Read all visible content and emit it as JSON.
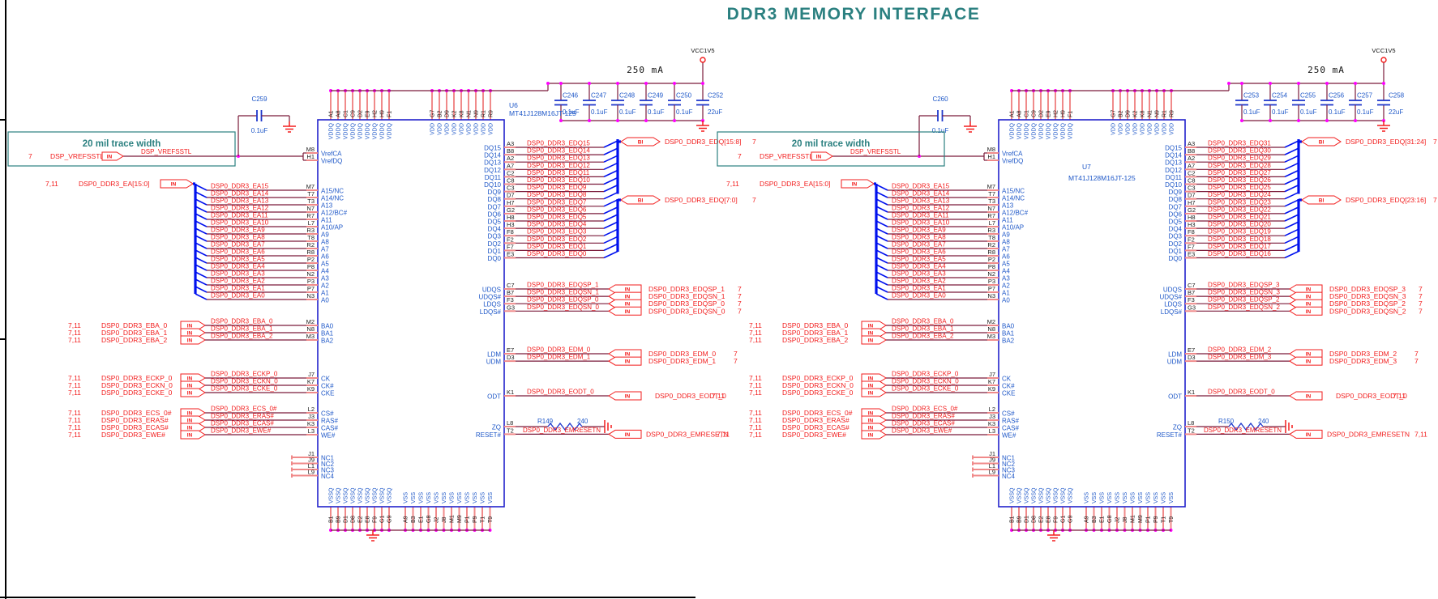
{
  "title": "DDR3 MEMORY INTERFACE",
  "notes": {
    "trace_width": "20 mil trace width",
    "current": "250 mA",
    "power_net": "VCC1V5"
  },
  "colors": {
    "title_teal": "#2b8080",
    "net_red": "#f21c1c",
    "wire_maroon": "#7a1a3a",
    "pin_salmon": "#f08a8a",
    "symbol_blue": "#2038cc",
    "text_blue": "#1f58c8",
    "bus_blue": "#0011ee",
    "junction_magenta": "#ff00ff"
  },
  "pinout": {
    "vref": [
      [
        "M8",
        "VrefCA"
      ],
      [
        "H1",
        "VrefDQ"
      ]
    ],
    "addr": [
      [
        "M7",
        "A15/NC"
      ],
      [
        "T7",
        "A14/NC"
      ],
      [
        "T3",
        "A13"
      ],
      [
        "N7",
        "A12/BC#"
      ],
      [
        "R7",
        "A11"
      ],
      [
        "L7",
        "A10/AP"
      ],
      [
        "R3",
        "A9"
      ],
      [
        "T8",
        "A8"
      ],
      [
        "R2",
        "A7"
      ],
      [
        "R8",
        "A6"
      ],
      [
        "P2",
        "A5"
      ],
      [
        "P8",
        "A4"
      ],
      [
        "N2",
        "A3"
      ],
      [
        "P3",
        "A2"
      ],
      [
        "P7",
        "A1"
      ],
      [
        "N3",
        "A0"
      ]
    ],
    "ba": [
      [
        "M2",
        "BA0"
      ],
      [
        "N8",
        "BA1"
      ],
      [
        "M3",
        "BA2"
      ]
    ],
    "ck": [
      [
        "J7",
        "CK"
      ],
      [
        "K7",
        "CK#"
      ],
      [
        "K9",
        "CKE"
      ]
    ],
    "ctl": [
      [
        "L2",
        "CS#"
      ],
      [
        "J3",
        "RAS#"
      ],
      [
        "K3",
        "CAS#"
      ],
      [
        "L3",
        "WE#"
      ]
    ],
    "nc": [
      [
        "J1",
        "NC1"
      ],
      [
        "J9",
        "NC2"
      ],
      [
        "L1",
        "NC3"
      ],
      [
        "L9",
        "NC4"
      ]
    ],
    "dq": [
      [
        "A3",
        "DQ15"
      ],
      [
        "B8",
        "DQ14"
      ],
      [
        "A2",
        "DQ13"
      ],
      [
        "A7",
        "DQ12"
      ],
      [
        "C2",
        "DQ11"
      ],
      [
        "C8",
        "DQ10"
      ],
      [
        "C3",
        "DQ9"
      ],
      [
        "D7",
        "DQ8"
      ],
      [
        "H7",
        "DQ7"
      ],
      [
        "G2",
        "DQ6"
      ],
      [
        "H8",
        "DQ5"
      ],
      [
        "H3",
        "DQ4"
      ],
      [
        "F8",
        "DQ3"
      ],
      [
        "F2",
        "DQ2"
      ],
      [
        "F7",
        "DQ1"
      ],
      [
        "E3",
        "DQ0"
      ]
    ],
    "dqs": [
      [
        "C7",
        "UDQS"
      ],
      [
        "B7",
        "UDQS#"
      ],
      [
        "F3",
        "LDQS"
      ],
      [
        "G3",
        "LDQS#"
      ]
    ],
    "dm": [
      [
        "E7",
        "LDM"
      ],
      [
        "D3",
        "UDM"
      ]
    ],
    "odt": [
      "K1",
      "ODT"
    ],
    "zq": [
      "L8",
      "ZQ"
    ],
    "reset": [
      "T2",
      "RESET#"
    ],
    "top_vddq": {
      "name": "VDDQ",
      "pins": [
        "A1",
        "A8",
        "C1",
        "C9",
        "D2",
        "E9",
        "H2",
        "H9",
        "F1"
      ]
    },
    "top_vdd": {
      "name": "VDD",
      "pins": [
        "G7",
        "B2",
        "D9",
        "K2",
        "K8",
        "N1",
        "N9",
        "R1",
        "R9"
      ]
    },
    "bottom_vssq": {
      "name": "VSSQ",
      "pins": [
        "B1",
        "B9",
        "D1",
        "D8",
        "E2",
        "E8",
        "F9",
        "G1",
        "G9"
      ]
    },
    "bottom_vss": {
      "name": "VSS",
      "pins": [
        "A9",
        "B3",
        "E1",
        "G8",
        "J2",
        "J8",
        "M1",
        "M9",
        "P1",
        "P9",
        "T1",
        "T9"
      ]
    }
  },
  "left_signals": {
    "vref": {
      "sheet_ref": "7",
      "port_name": "DSP_VREFSSTL",
      "net": "DSP_VREFSSTL",
      "port_dir": "IN"
    },
    "addr": {
      "sheet_ref": "7,11",
      "bus_name": "DSP0_DDR3_EA[15:0]",
      "port_dir": "IN",
      "nets": [
        "DSP0_DDR3_EA15",
        "DSP0_DDR3_EA14",
        "DSP0_DDR3_EA13",
        "DSP0_DDR3_EA12",
        "DSP0_DDR3_EA11",
        "DSP0_DDR3_EA10",
        "DSP0_DDR3_EA9",
        "DSP0_DDR3_EA8",
        "DSP0_DDR3_EA7",
        "DSP0_DDR3_EA6",
        "DSP0_DDR3_EA5",
        "DSP0_DDR3_EA4",
        "DSP0_DDR3_EA3",
        "DSP0_DDR3_EA2",
        "DSP0_DDR3_EA1",
        "DSP0_DDR3_EA0"
      ]
    },
    "groups": [
      {
        "row": "ba",
        "sheet_ref": "7,11",
        "port_dir": "IN",
        "nets": [
          "DSP0_DDR3_EBA_0",
          "DSP0_DDR3_EBA_1",
          "DSP0_DDR3_EBA_2"
        ]
      },
      {
        "row": "ck",
        "sheet_ref": "7,11",
        "port_dir": "IN",
        "nets": [
          "DSP0_DDR3_ECKP_0",
          "DSP0_DDR3_ECKN_0",
          "DSP0_DDR3_ECKE_0"
        ]
      },
      {
        "row": "ctl",
        "sheet_ref": "7,11",
        "port_dir": "IN",
        "nets": [
          "DSP0_DDR3_ECS_0#",
          "DSP0_DDR3_ERAS#",
          "DSP0_DDR3_ECAS#",
          "DSP0_DDR3_EWE#"
        ]
      }
    ]
  },
  "channels": [
    {
      "designator": "U6",
      "part_number": "MT41J128M16JT-125",
      "decoupling_caps": [
        [
          "C246",
          "0.1uF"
        ],
        [
          "C247",
          "0.1uF"
        ],
        [
          "C248",
          "0.1uF"
        ],
        [
          "C249",
          "0.1uF"
        ],
        [
          "C250",
          "0.1uF"
        ]
      ],
      "bulk_cap": [
        "C252",
        "22uF"
      ],
      "vref_cap": [
        "C259",
        "0.1uF"
      ],
      "zq_resistor": [
        "R149",
        "240"
      ],
      "dq_nets": [
        "DSP0_DDR3_EDQ15",
        "DSP0_DDR3_EDQ14",
        "DSP0_DDR3_EDQ13",
        "DSP0_DDR3_EDQ12",
        "DSP0_DDR3_EDQ11",
        "DSP0_DDR3_EDQ10",
        "DSP0_DDR3_EDQ9",
        "DSP0_DDR3_EDQ8",
        "DSP0_DDR3_EDQ7",
        "DSP0_DDR3_EDQ6",
        "DSP0_DDR3_EDQ5",
        "DSP0_DDR3_EDQ4",
        "DSP0_DDR3_EDQ3",
        "DSP0_DDR3_EDQ2",
        "DSP0_DDR3_EDQ1",
        "DSP0_DDR3_EDQ0"
      ],
      "dq_bus_ports": [
        {
          "label": "DSP0_DDR3_EDQ[15:8]",
          "sheet_ref": "7",
          "dir": "BI"
        },
        {
          "label": "DSP0_DDR3_EDQ[7:0]",
          "sheet_ref": "7",
          "dir": "BI"
        }
      ],
      "dqs_ports": [
        {
          "net": "DSP0_DDR3_EDQSP_1",
          "sheet_ref": "7",
          "dir": "IN"
        },
        {
          "net": "DSP0_DDR3_EDQSN_1",
          "sheet_ref": "7",
          "dir": "IN"
        },
        {
          "net": "DSP0_DDR3_EDQSP_0",
          "sheet_ref": "7",
          "dir": "IN"
        },
        {
          "net": "DSP0_DDR3_EDQSN_0",
          "sheet_ref": "7",
          "dir": "IN"
        }
      ],
      "dm_ports": [
        {
          "net": "DSP0_DDR3_EDM_0",
          "sheet_ref": "7",
          "dir": "IN"
        },
        {
          "net": "DSP0_DDR3_EDM_1",
          "sheet_ref": "7",
          "dir": "IN"
        }
      ],
      "odt_port": {
        "net": "DSP0_DDR3_EODT_0",
        "sheet_ref": "7,11",
        "dir": "IN"
      },
      "reset_port": {
        "net": "DSP0_DDR3_EMRESETN",
        "sheet_ref": "7,11",
        "dir": "IN"
      }
    },
    {
      "designator": "U7",
      "part_number": "MT41J128M16JT-125",
      "decoupling_caps": [
        [
          "C253",
          "0.1uF"
        ],
        [
          "C254",
          "0.1uF"
        ],
        [
          "C255",
          "0.1uF"
        ],
        [
          "C256",
          "0.1uF"
        ],
        [
          "C257",
          "0.1uF"
        ]
      ],
      "bulk_cap": [
        "C258",
        "22uF"
      ],
      "vref_cap": [
        "C260",
        "0.1uF"
      ],
      "zq_resistor": [
        "R150",
        "240"
      ],
      "dq_nets": [
        "DSP0_DDR3_EDQ31",
        "DSP0_DDR3_EDQ30",
        "DSP0_DDR3_EDQ29",
        "DSP0_DDR3_EDQ28",
        "DSP0_DDR3_EDQ27",
        "DSP0_DDR3_EDQ26",
        "DSP0_DDR3_EDQ25",
        "DSP0_DDR3_EDQ24",
        "DSP0_DDR3_EDQ23",
        "DSP0_DDR3_EDQ22",
        "DSP0_DDR3_EDQ21",
        "DSP0_DDR3_EDQ20",
        "DSP0_DDR3_EDQ19",
        "DSP0_DDR3_EDQ18",
        "DSP0_DDR3_EDQ17",
        "DSP0_DDR3_EDQ16"
      ],
      "dq_bus_ports": [
        {
          "label": "DSP0_DDR3_EDQ[31:24]",
          "sheet_ref": "7",
          "dir": "BI"
        },
        {
          "label": "DSP0_DDR3_EDQ[23:16]",
          "sheet_ref": "7",
          "dir": "BI"
        }
      ],
      "dqs_ports": [
        {
          "net": "DSP0_DDR3_EDQSP_3",
          "sheet_ref": "7",
          "dir": "IN"
        },
        {
          "net": "DSP0_DDR3_EDQSN_3",
          "sheet_ref": "7",
          "dir": "IN"
        },
        {
          "net": "DSP0_DDR3_EDQSP_2",
          "sheet_ref": "7",
          "dir": "IN"
        },
        {
          "net": "DSP0_DDR3_EDQSN_2",
          "sheet_ref": "7",
          "dir": "IN"
        }
      ],
      "dm_ports": [
        {
          "net": "DSP0_DDR3_EDM_2",
          "sheet_ref": "7",
          "dir": "IN"
        },
        {
          "net": "DSP0_DDR3_EDM_3",
          "sheet_ref": "7",
          "dir": "IN"
        }
      ],
      "odt_port": {
        "net": "DSP0_DDR3_EODT_0",
        "sheet_ref": "7,11",
        "dir": "IN"
      },
      "reset_port": {
        "net": "DSP0_DDR3_EMRESETN",
        "sheet_ref": "7,11",
        "dir": "IN"
      }
    }
  ]
}
